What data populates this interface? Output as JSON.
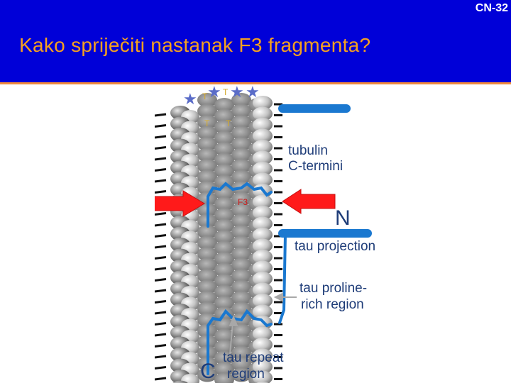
{
  "slide": {
    "code": "CN-32",
    "title": "Kako spriječiti nastanak F3 fragmenta?"
  },
  "figure": {
    "labels": {
      "tubulin_line1": "tubulin",
      "tubulin_line2": "C-termini",
      "tau_projection": "tau projection",
      "proline_line1": "tau proline-",
      "proline_line2": "rich region",
      "repeat_line1": "tau repeat",
      "repeat_line2": "region",
      "n_terminus": "N",
      "c_terminus": "C",
      "fragment": "F3",
      "tyrosine_mark": "T"
    },
    "arrow_color": "#ff1a1a",
    "tau_color": "#1a78d0",
    "label_color": "#1e3c78"
  }
}
